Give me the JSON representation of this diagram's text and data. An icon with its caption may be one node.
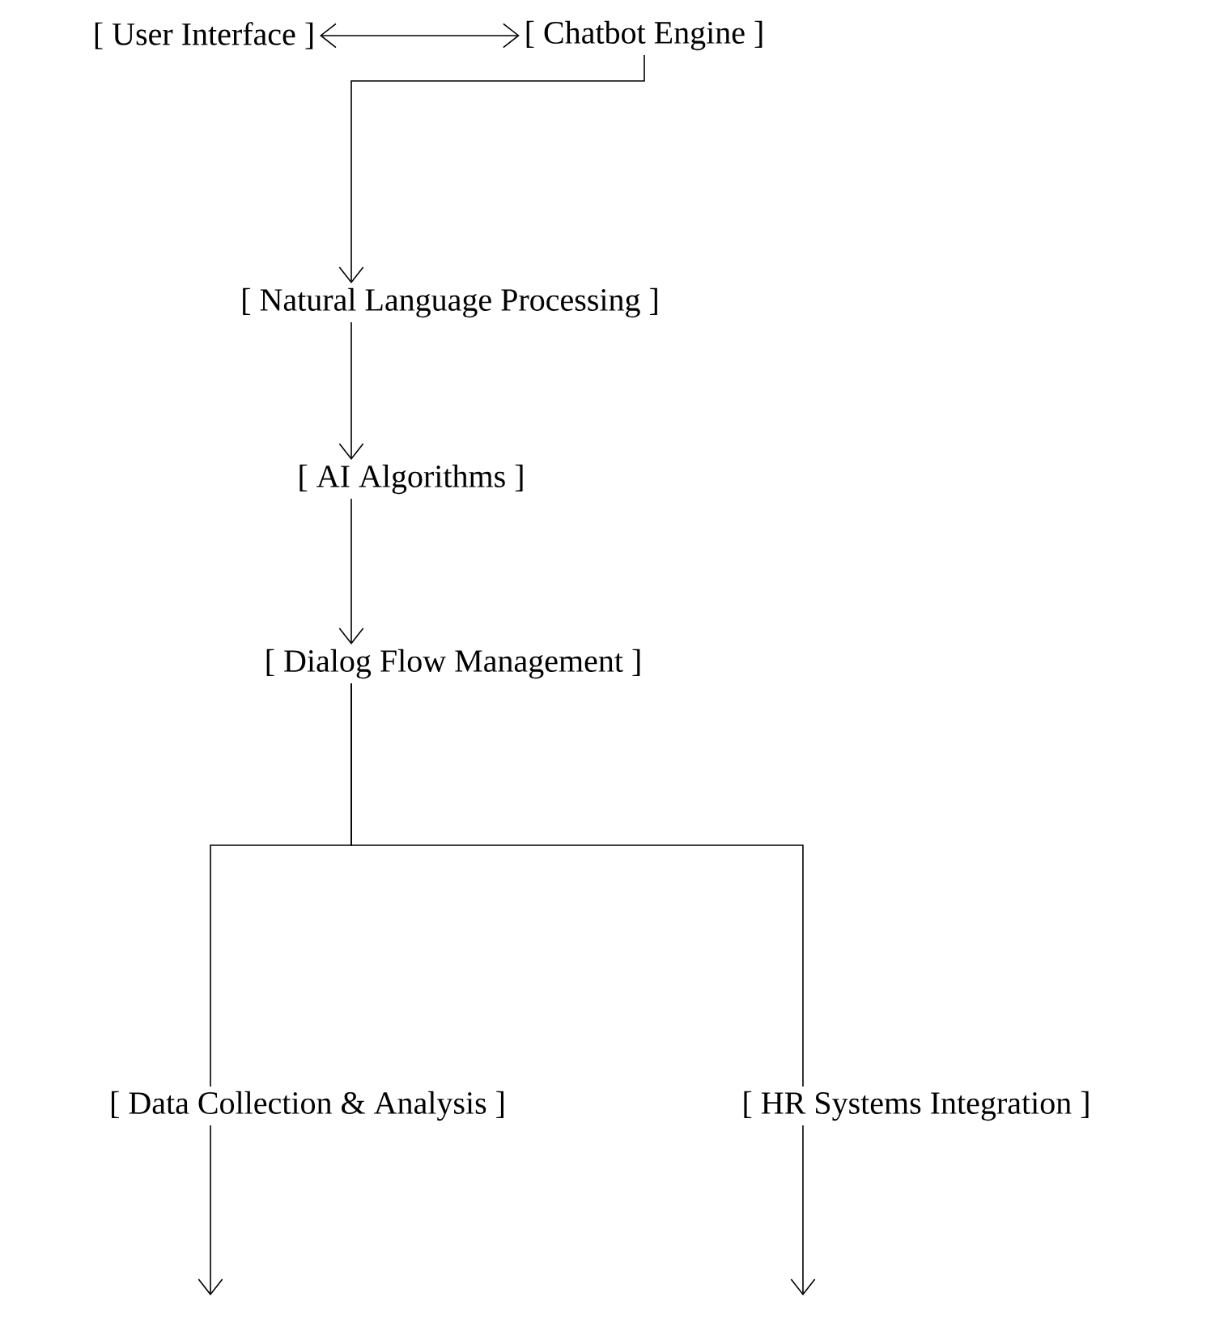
{
  "diagram": {
    "nodes": [
      {
        "text": [
          "[ User Interface ]"
        ]
      },
      {
        "text": [
          "[ Chatbot Engine ]"
        ]
      },
      {
        "text": [
          "[ Natural Language Processing ]"
        ]
      },
      {
        "text": [
          "[ AI Algorithms ]"
        ]
      },
      {
        "text": [
          "[ Dialog Flow Management ]"
        ]
      },
      {
        "text": [
          "[ Data Collection & Analysis ]"
        ]
      },
      {
        "text": [
          "[ HR Systems Integration ]"
        ]
      }
    ],
    "edges": [
      {
        "from": 0,
        "to": 1,
        "arrow": "both"
      },
      {
        "from": 1,
        "to": 2,
        "arrow": "to"
      },
      {
        "from": 2,
        "to": 3,
        "arrow": "to"
      },
      {
        "from": 3,
        "to": 4,
        "arrow": "to"
      },
      {
        "from": 4,
        "to": 5,
        "arrow": "none"
      },
      {
        "from": 4,
        "to": 6,
        "arrow": "none"
      },
      {
        "from": 5,
        "to": null,
        "arrow": "to"
      },
      {
        "from": 6,
        "to": null,
        "arrow": "to"
      }
    ]
  }
}
